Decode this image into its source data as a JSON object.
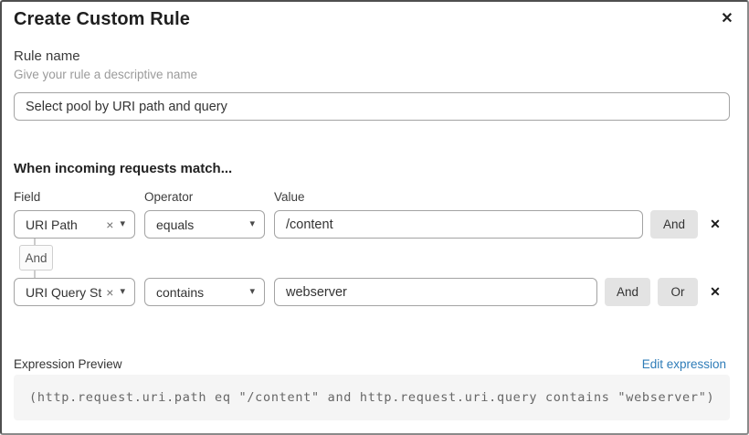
{
  "dialog": {
    "title": "Create Custom Rule",
    "close_icon": "✕"
  },
  "rule_name": {
    "label": "Rule name",
    "helper": "Give your rule a descriptive name",
    "value": "Select pool by URI path and query"
  },
  "match": {
    "heading": "When incoming requests match...",
    "column_headers": {
      "field": "Field",
      "operator": "Operator",
      "value": "Value"
    },
    "connector_label": "And",
    "rows": [
      {
        "field": "URI Path",
        "operator": "equals",
        "value": "/content",
        "buttons": [
          "And"
        ],
        "clear_icon": "×",
        "caret_icon": "▾",
        "remove_icon": "✕"
      },
      {
        "field": "URI Query St...",
        "operator": "contains",
        "value": "webserver",
        "buttons": [
          "And",
          "Or"
        ],
        "clear_icon": "×",
        "caret_icon": "▾",
        "remove_icon": "✕"
      }
    ]
  },
  "expression": {
    "label": "Expression Preview",
    "edit_link": "Edit expression",
    "code": "(http.request.uri.path eq \"/content\" and http.request.uri.query contains \"webserver\")"
  },
  "colors": {
    "link_blue": "#2e7cb8",
    "button_gray": "#e3e3e3",
    "code_bg": "#f5f5f5",
    "border_gray": "#a3a3a3"
  }
}
